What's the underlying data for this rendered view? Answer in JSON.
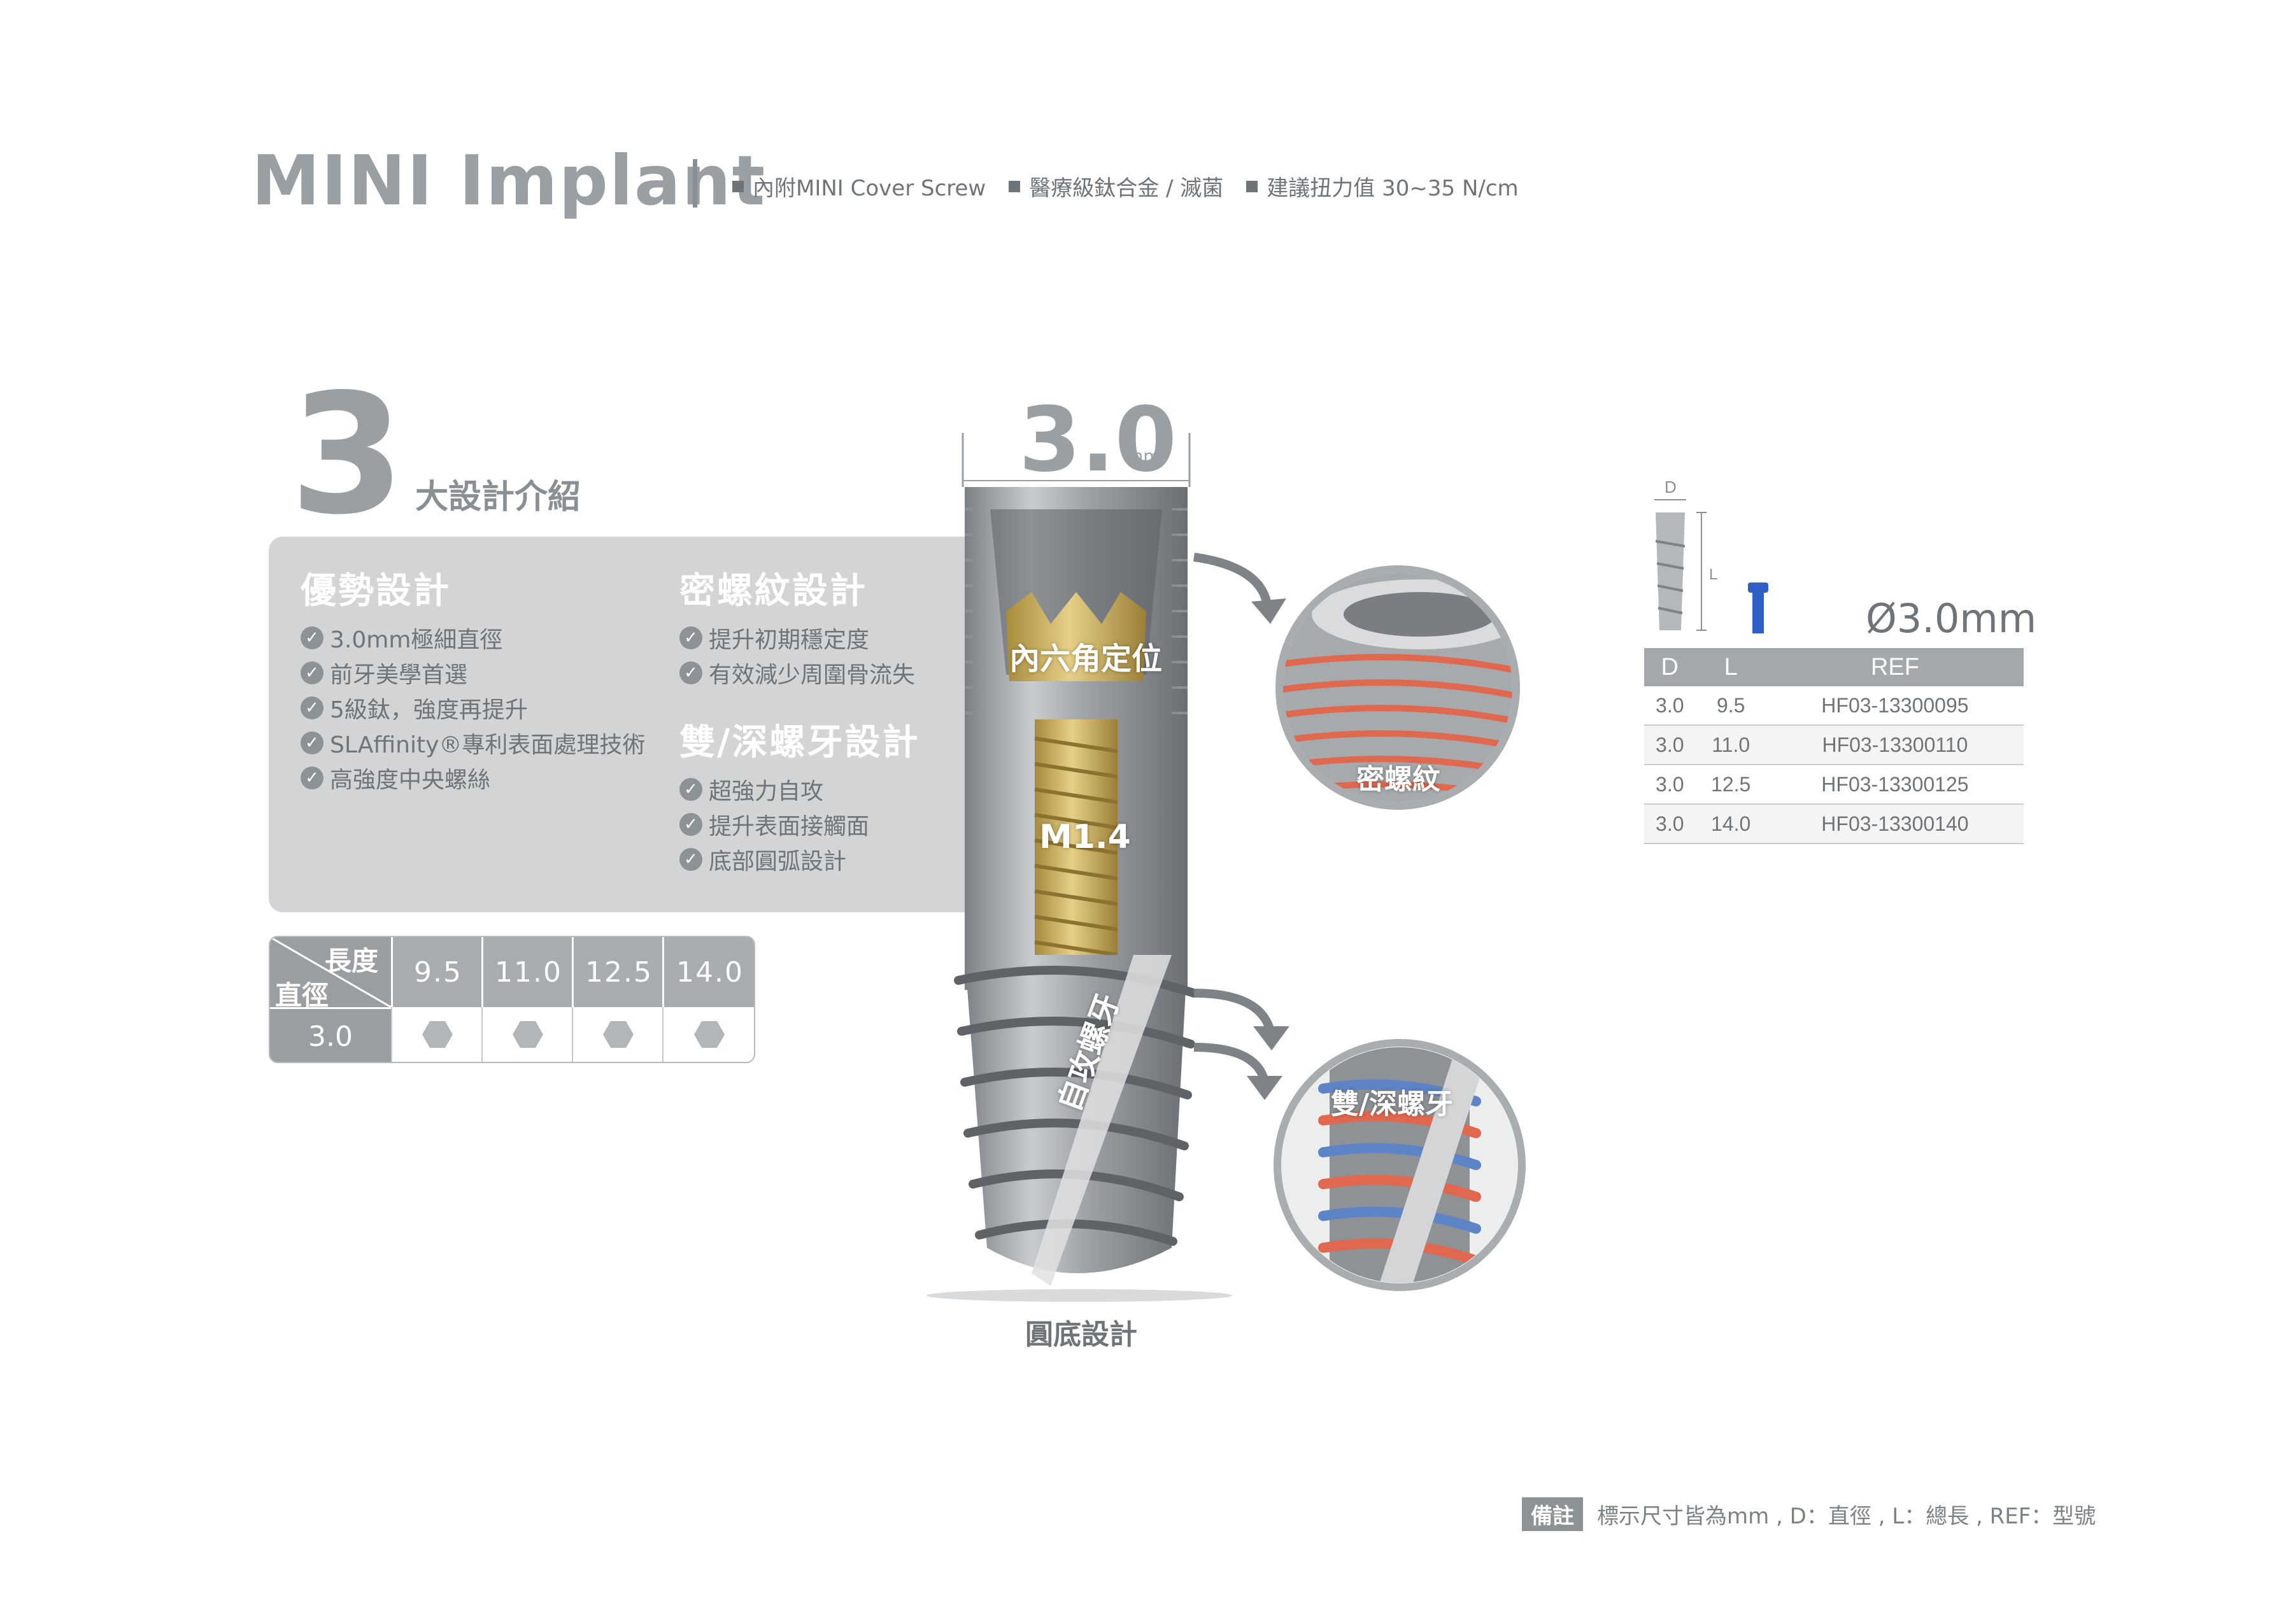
{
  "header": {
    "title": "MINI  Implant",
    "features": [
      "內附MINI Cover Screw",
      "醫療級鈦合金 / 滅菌",
      "建議扭力值 30~35 N/cm"
    ]
  },
  "intro": {
    "number": "3",
    "subtitle": "大設計介紹"
  },
  "panel": {
    "col1": {
      "title": "優勢設計",
      "items": [
        "3.0mm極細直徑",
        "前牙美學首選",
        "5級鈦，強度再提升",
        "SLAffinity®專利表面處理技術",
        "高強度中央螺絲"
      ]
    },
    "col2": {
      "title": "密螺紋設計",
      "items": [
        "提升初期穩定度",
        "有效減少周圍骨流失"
      ]
    },
    "col3": {
      "title": "雙/深螺牙設計",
      "items": [
        "超強力自攻",
        "提升表面接觸面",
        "底部圓弧設計"
      ]
    }
  },
  "size_table": {
    "length_label": "長度",
    "diameter_label": "直徑",
    "lengths": [
      "9.5",
      "11.0",
      "12.5",
      "14.0"
    ],
    "diameter": "3.0"
  },
  "implant": {
    "dimension": "3.0",
    "dimension_unit": "mm",
    "labels": {
      "hex": "內六角定位",
      "screw": "M1.4",
      "self_tap": "自攻螺牙",
      "fine_thread": "密螺紋",
      "double_thread": "雙/深螺牙",
      "bottom": "圓底設計"
    }
  },
  "ref": {
    "diagram_d": "D",
    "diagram_l": "L",
    "title": "Ø3.0mm",
    "columns": [
      "D",
      "L",
      "REF"
    ],
    "rows": [
      [
        "3.0",
        "9.5",
        "HF03-13300095"
      ],
      [
        "3.0",
        "11.0",
        "HF03-13300110"
      ],
      [
        "3.0",
        "12.5",
        "HF03-13300125"
      ],
      [
        "3.0",
        "14.0",
        "HF03-13300140"
      ]
    ]
  },
  "note": {
    "badge": "備註",
    "text": "標示尺寸皆為mm , D：直徑 , L：總長 , REF：型號"
  },
  "colors": {
    "gray_title": "#9a9fa3",
    "panel": "#d2d4d5",
    "gold": "#d4b66a",
    "thread_red": "#e0684f",
    "thread_blue": "#5e84c8"
  }
}
